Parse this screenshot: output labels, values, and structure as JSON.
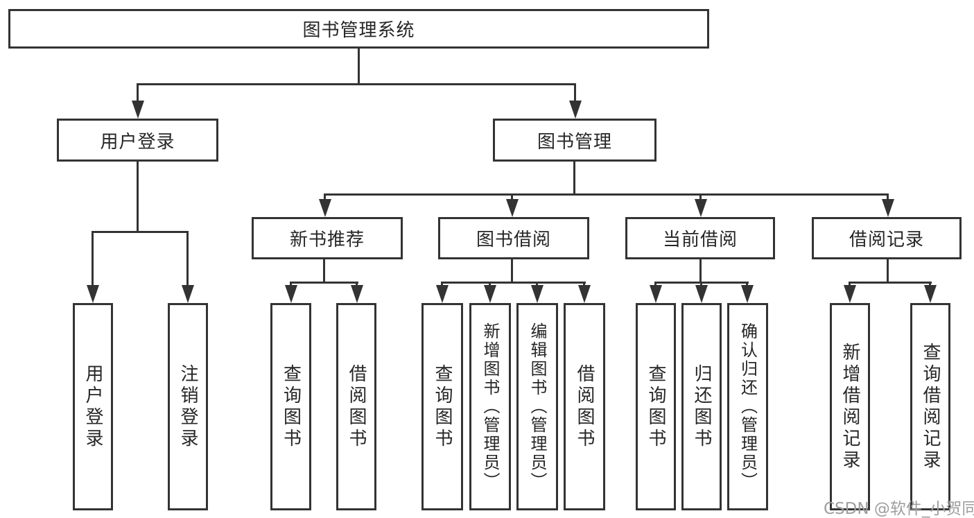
{
  "diagram": {
    "root": {
      "label": "图书管理系统"
    },
    "level2": [
      {
        "label": "用户登录"
      },
      {
        "label": "图书管理"
      }
    ],
    "level3": [
      {
        "label": "新书推荐"
      },
      {
        "label": "图书借阅"
      },
      {
        "label": "当前借阅"
      },
      {
        "label": "借阅记录"
      }
    ],
    "leaves": {
      "login": [
        {
          "label": "用户登录"
        },
        {
          "label": "注销登录"
        }
      ],
      "recommend": [
        {
          "label": "查询图书"
        },
        {
          "label": "借阅图书"
        }
      ],
      "borrow": [
        {
          "label": "查询图书"
        },
        {
          "label": "新增图书（管理员）"
        },
        {
          "label": "编辑图书（管理员）"
        },
        {
          "label": "借阅图书"
        }
      ],
      "current": [
        {
          "label": "查询图书"
        },
        {
          "label": "归还图书"
        },
        {
          "label": "确认归还（管理员）"
        }
      ],
      "records": [
        {
          "label": "新增借阅记录"
        },
        {
          "label": "查询借阅记录"
        }
      ]
    },
    "watermark": "CSDN @软件_小贺同学",
    "colors": {
      "line": "#333333",
      "text": "#262626",
      "watermark": "#9e9e9e",
      "background": "#ffffff"
    }
  }
}
